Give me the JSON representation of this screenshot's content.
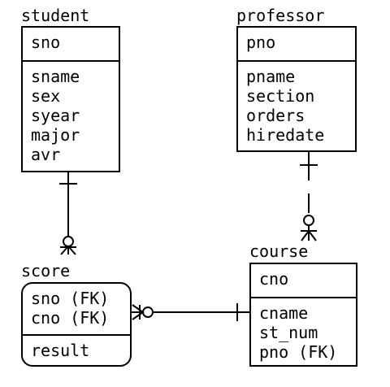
{
  "entities": {
    "student": {
      "name": "student",
      "keys": [
        "sno"
      ],
      "attributes": [
        "sname",
        "sex",
        "syear",
        "major",
        "avr"
      ]
    },
    "professor": {
      "name": "professor",
      "keys": [
        "pno"
      ],
      "attributes": [
        "pname",
        "section",
        "orders",
        "hiredate"
      ]
    },
    "score": {
      "name": "score",
      "keys": [
        "sno (FK)",
        "cno (FK)"
      ],
      "attributes": [
        "result"
      ]
    },
    "course": {
      "name": "course",
      "keys": [
        "cno"
      ],
      "attributes": [
        "cname",
        "st_num",
        "pno (FK)"
      ]
    }
  },
  "relationships": [
    {
      "from": "student",
      "to": "score",
      "from_end": "one",
      "to_end": "zero-or-many",
      "line": "solid"
    },
    {
      "from": "professor",
      "to": "course",
      "from_end": "one",
      "to_end": "zero-or-many",
      "line": "dashed"
    },
    {
      "from": "course",
      "to": "score",
      "from_end": "one",
      "to_end": "zero-or-many",
      "line": "solid"
    }
  ]
}
